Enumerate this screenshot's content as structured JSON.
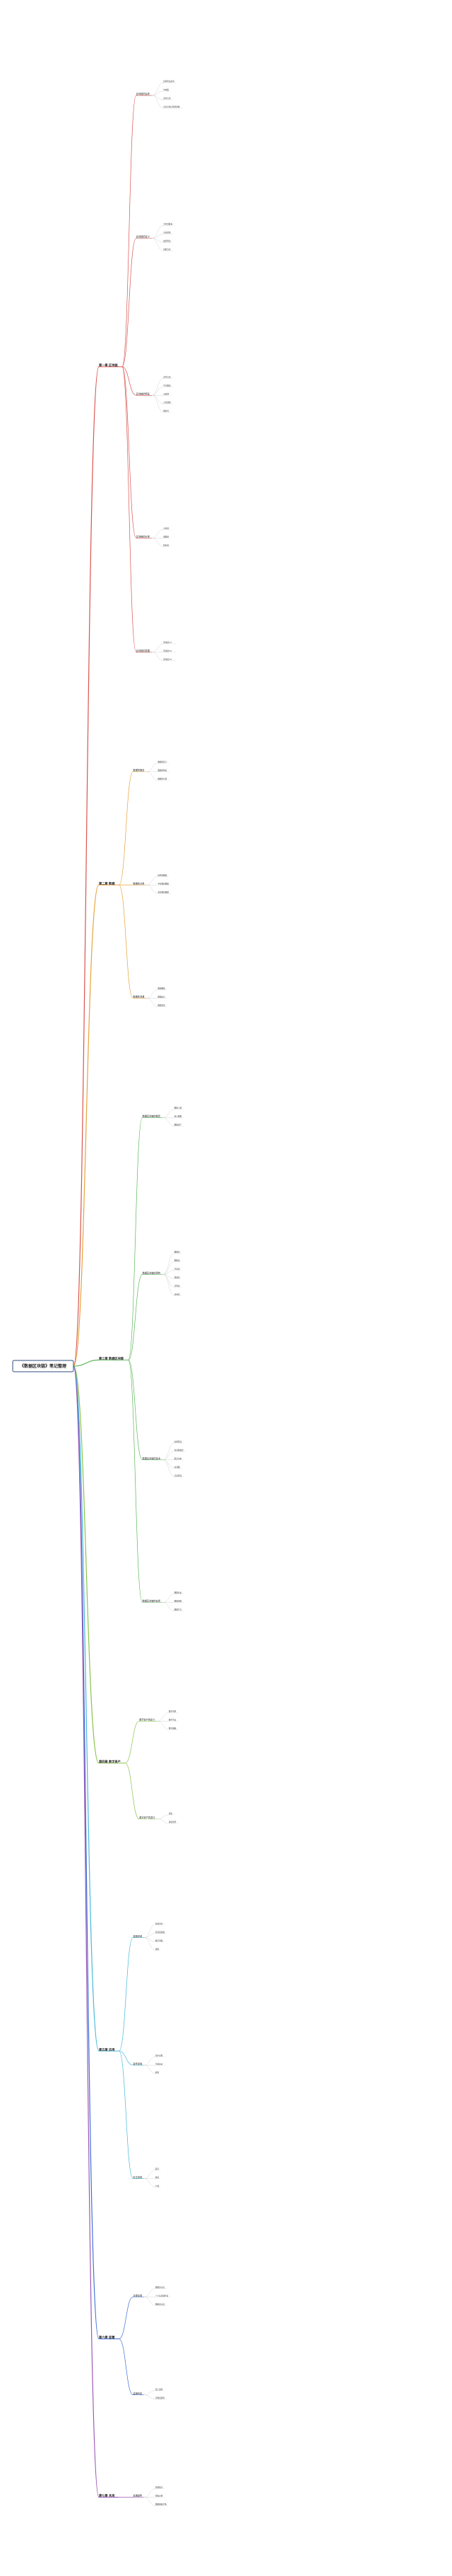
{
  "root": {
    "title": "《数据区块链》笔记整理"
  },
  "colors": {
    "branch": [
      "#d9534f",
      "#e8a23a",
      "#5cb85c",
      "#8bc34a",
      "#46b8da",
      "#3f6fd8",
      "#9b59b6"
    ],
    "root_box": "#2f4f7f",
    "leaf_line": "#c8c8c8"
  },
  "branches": [
    {
      "label": "第一章 区块链",
      "sections": [
        {
          "label": "区块链的由来",
          "items": [
            "比特币白皮书",
            "中本聪",
            "去中心化",
            "点对点电子现金系统"
          ]
        },
        {
          "label": "区块链的定义",
          "items": [
            "分布式账本",
            "共识机制",
            "加密算法",
            "智能合约"
          ]
        },
        {
          "label": "区块链的特征",
          "items": [
            "去中心化",
            "不可篡改",
            "可追溯",
            "公开透明",
            "匿名性"
          ]
        },
        {
          "label": "区块链的分类",
          "items": [
            "公有链",
            "联盟链",
            "私有链"
          ]
        },
        {
          "label": "区块链的发展",
          "items": [
            "区块链1.0",
            "区块链2.0",
            "区块链3.0"
          ]
        }
      ]
    },
    {
      "label": "第二章 数据",
      "sections": [
        {
          "label": "数据的概念",
          "items": [
            "数据的定义",
            "数据的特征",
            "数据的价值"
          ]
        },
        {
          "label": "数据的分类",
          "items": [
            "结构化数据",
            "半结构化数据",
            "非结构化数据"
          ]
        },
        {
          "label": "数据的流通",
          "items": [
            "数据确权",
            "数据定价",
            "数据交易"
          ]
        }
      ]
    },
    {
      "label": "第三章 数据区块链",
      "sections": [
        {
          "label": "数据区块链的概念",
          "items": [
            "数据上链",
            "链上数据",
            "数据资产"
          ]
        },
        {
          "label": "数据区块链的架构",
          "items": [
            "数据层",
            "网络层",
            "共识层",
            "激励层",
            "合约层",
            "应用层"
          ]
        },
        {
          "label": "数据区块链的技术",
          "items": [
            "哈希算法",
            "非对称加密",
            "默克尔树",
            "时间戳",
            "共识算法"
          ]
        },
        {
          "label": "数据区块链的应用",
          "items": [
            "数据存证",
            "数据溯源",
            "数据共享"
          ]
        }
      ]
    },
    {
      "label": "第四章 数字资产",
      "sections": [
        {
          "label": "数字资产的定义",
          "items": [
            "数字货币",
            "数字凭证",
            "数字藏品"
          ]
        },
        {
          "label": "数字资产的发行",
          "items": [
            "通证",
            "通证经济"
          ]
        }
      ]
    },
    {
      "label": "第五章 应用",
      "sections": [
        {
          "label": "金融领域",
          "items": [
            "跨境支付",
            "供应链金融",
            "数字票据",
            "保险"
          ]
        },
        {
          "label": "政务领域",
          "items": [
            "电子证照",
            "司法存证",
            "税务"
          ]
        },
        {
          "label": "民生领域",
          "items": [
            "医疗",
            "教育",
            "公益"
          ]
        }
      ]
    },
    {
      "label": "第六章 监管",
      "sections": [
        {
          "label": "法律法规",
          "items": [
            "数据安全法",
            "个人信息保护法",
            "网络安全法"
          ]
        },
        {
          "label": "监管科技",
          "items": [
            "链上监管",
            "穿透式监管"
          ]
        }
      ]
    },
    {
      "label": "第七章 未来",
      "sections": [
        {
          "label": "发展趋势",
          "items": [
            "跨链技术",
            "隐私计算",
            "数据要素市场"
          ]
        }
      ]
    }
  ]
}
